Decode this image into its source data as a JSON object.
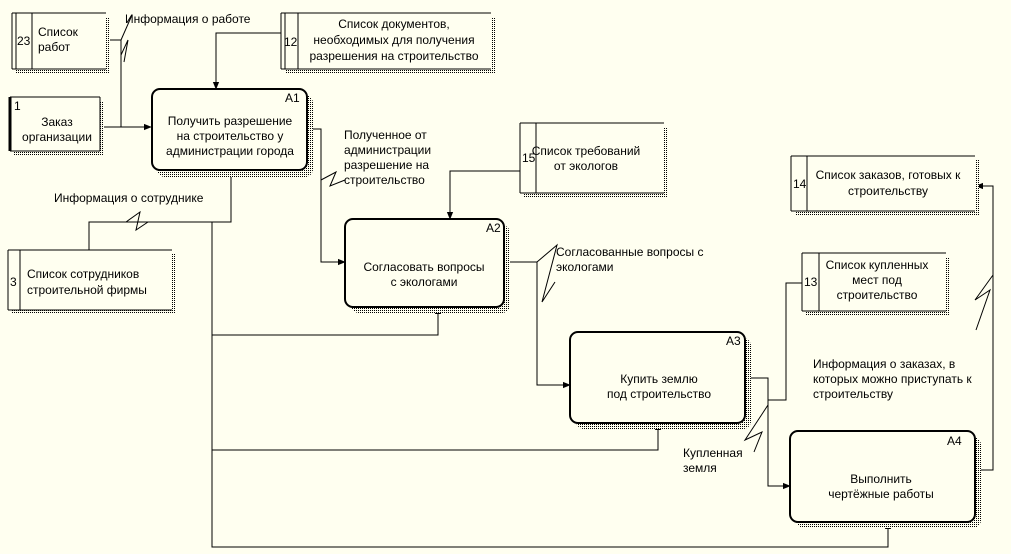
{
  "activities": [
    {
      "id": "A1",
      "lines": [
        "Получить разрешение",
        "на строительство у",
        "администрации города"
      ]
    },
    {
      "id": "A2",
      "lines": [
        "Согласовать вопросы",
        "с экологами"
      ]
    },
    {
      "id": "A3",
      "lines": [
        "Купить землю",
        "под строительство"
      ]
    },
    {
      "id": "A4",
      "lines": [
        "Выполнить",
        "чертёжные работы"
      ]
    }
  ],
  "stores": [
    {
      "num": "23",
      "lines": [
        "Список",
        "работ"
      ]
    },
    {
      "num": "12",
      "lines": [
        "Список документов,",
        "необходимых для получения",
        "разрешения на строительство"
      ]
    },
    {
      "num": "1",
      "lines": [
        "Заказ",
        "организации"
      ]
    },
    {
      "num": "3",
      "lines": [
        "Список сотрудников",
        "строительной фирмы"
      ]
    },
    {
      "num": "15",
      "lines": [
        "Список требований",
        "от экологов"
      ]
    },
    {
      "num": "14",
      "lines": [
        "Список заказов, готовых к",
        "строительству"
      ]
    },
    {
      "num": "13",
      "lines": [
        "Список купленных",
        "мест под",
        "строительство"
      ]
    }
  ],
  "flows": [
    {
      "lines": [
        "Информация о работе"
      ]
    },
    {
      "lines": [
        "Полученное от",
        "администрации",
        "разрешение на",
        "строительство"
      ]
    },
    {
      "lines": [
        "Информация о сотруднике"
      ]
    },
    {
      "lines": [
        "Согласованные вопросы с",
        "экологами"
      ]
    },
    {
      "lines": [
        "Информация о заказах, в",
        "которых можно приступать к",
        "строительству"
      ]
    },
    {
      "lines": [
        "Купленная",
        "земля"
      ]
    }
  ]
}
